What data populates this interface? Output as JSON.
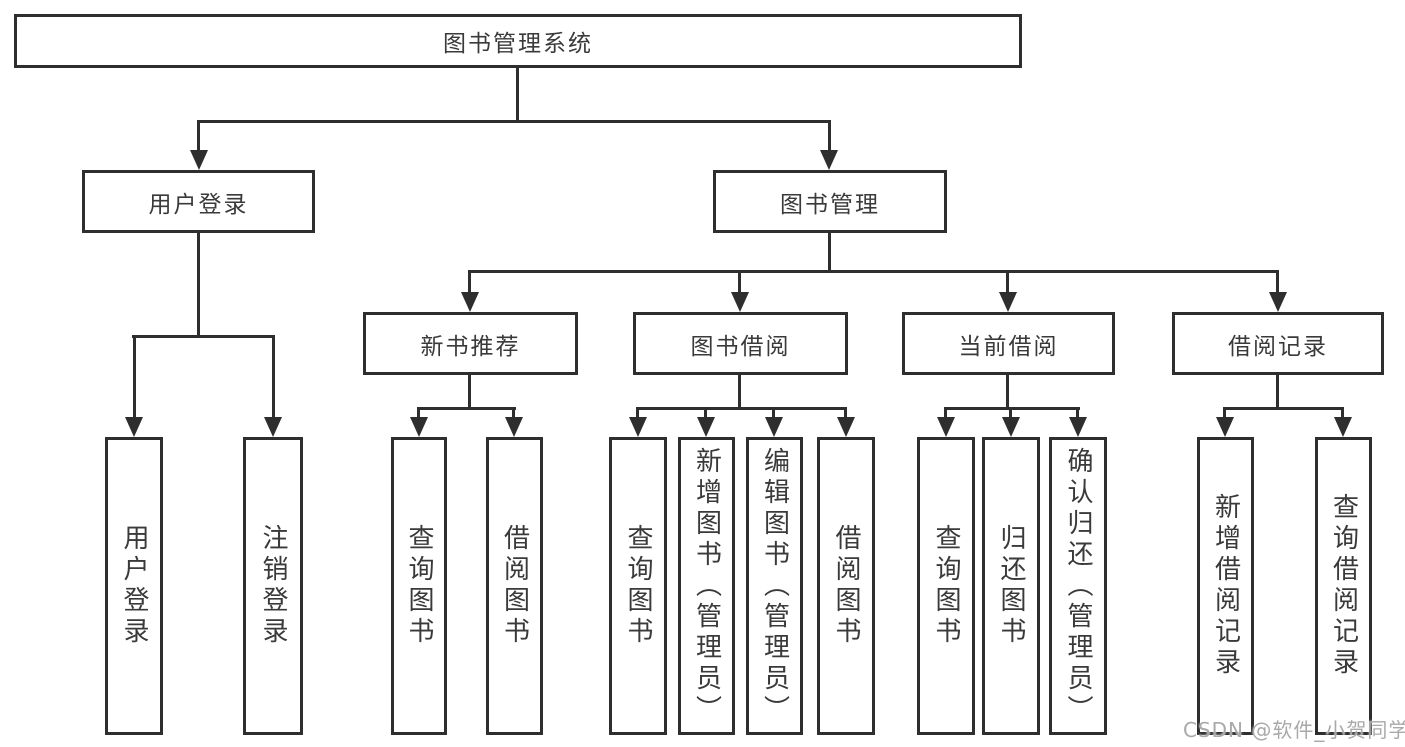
{
  "tree": {
    "root": {
      "label": "图书管理系统",
      "children": [
        {
          "label": "用户登录",
          "children": [
            {
              "label": "用户登录"
            },
            {
              "label": "注销登录"
            }
          ]
        },
        {
          "label": "图书管理",
          "children": [
            {
              "label": "新书推荐",
              "children": [
                {
                  "label": "查询图书"
                },
                {
                  "label": "借阅图书"
                }
              ]
            },
            {
              "label": "图书借阅",
              "children": [
                {
                  "label": "查询图书"
                },
                {
                  "label": "新增图书（管理员）"
                },
                {
                  "label": "编辑图书（管理员）"
                },
                {
                  "label": "借阅图书"
                }
              ]
            },
            {
              "label": "当前借阅",
              "children": [
                {
                  "label": "查询图书"
                },
                {
                  "label": "归还图书"
                },
                {
                  "label": "确认归还（管理员）"
                }
              ]
            },
            {
              "label": "借阅记录",
              "children": [
                {
                  "label": "新增借阅记录"
                },
                {
                  "label": "查询借阅记录"
                }
              ]
            }
          ]
        }
      ]
    }
  },
  "watermark": "CSDN @软件_小贺同学",
  "colors": {
    "line": "#2e2e2e",
    "text": "#3a3a3a",
    "watermark": "#a9a9a9",
    "background": "#ffffff"
  }
}
